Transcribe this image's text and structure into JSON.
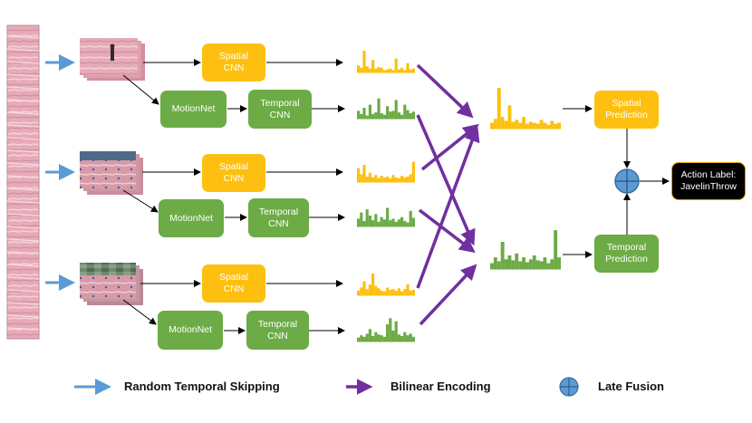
{
  "colors": {
    "spatial": "#fdc010",
    "green": "#6cab45",
    "purple": "#7030a0",
    "blue_arrow": "#5b9bd5",
    "fusion": "#5b9bd5",
    "track_pink": "#e7aab8"
  },
  "streams": [
    {
      "spatial_cnn": [
        "Spatial",
        "CNN"
      ],
      "motion_net": "MotionNet",
      "temporal_cnn": [
        "Temporal",
        "CNN"
      ],
      "spatial_hist": [
        9,
        6,
        28,
        8,
        5,
        16,
        5,
        7,
        6,
        3,
        4,
        5,
        3,
        18,
        4,
        6,
        3,
        12,
        4,
        5
      ],
      "temporal_hist": [
        10,
        6,
        14,
        4,
        18,
        6,
        8,
        26,
        7,
        5,
        16,
        9,
        10,
        24,
        8,
        5,
        18,
        11,
        7,
        9
      ]
    },
    {
      "spatial_cnn": [
        "Spatial",
        "CNN"
      ],
      "motion_net": "MotionNet",
      "temporal_cnn": [
        "Temporal",
        "CNN"
      ],
      "spatial_hist": [
        18,
        10,
        22,
        7,
        12,
        6,
        9,
        5,
        8,
        6,
        7,
        5,
        9,
        6,
        5,
        8,
        6,
        7,
        10,
        26
      ],
      "temporal_hist": [
        10,
        18,
        7,
        22,
        14,
        8,
        16,
        6,
        12,
        9,
        24,
        8,
        10,
        6,
        9,
        12,
        7,
        5,
        20,
        11
      ]
    },
    {
      "spatial_cnn": [
        "Spatial",
        "CNN"
      ],
      "motion_net": "MotionNet",
      "temporal_cnn": [
        "Temporal",
        "CNN"
      ],
      "spatial_hist": [
        6,
        10,
        18,
        8,
        14,
        28,
        12,
        9,
        6,
        5,
        10,
        7,
        8,
        6,
        9,
        5,
        8,
        14,
        6,
        7
      ],
      "temporal_hist": [
        5,
        8,
        6,
        10,
        16,
        7,
        12,
        9,
        8,
        6,
        22,
        30,
        14,
        26,
        9,
        7,
        12,
        8,
        10,
        6
      ]
    }
  ],
  "aggregated": {
    "spatial_hist": [
      6,
      10,
      42,
      12,
      8,
      24,
      7,
      9,
      6,
      12,
      5,
      7,
      6,
      5,
      9,
      6,
      4,
      8,
      5,
      6
    ],
    "temporal_hist": [
      6,
      12,
      8,
      28,
      10,
      14,
      9,
      16,
      8,
      12,
      7,
      10,
      14,
      9,
      8,
      12,
      6,
      10,
      40,
      12
    ]
  },
  "predictions": {
    "spatial": [
      "Spatial",
      "Prediction"
    ],
    "temporal": [
      "Temporal",
      "Prediction"
    ]
  },
  "action_label": [
    "Action Label:",
    "JavelinThrow"
  ],
  "legend": {
    "skipping": "Random Temporal Skipping",
    "bilinear": "Bilinear Encoding",
    "fusion": "Late Fusion"
  }
}
